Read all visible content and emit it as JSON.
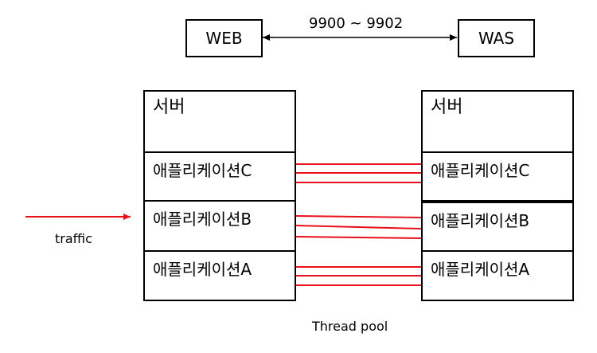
{
  "top": {
    "web_label": "WEB",
    "was_label": "WAS",
    "port_label": "9900 ~ 9902"
  },
  "left_server": {
    "title": "서버",
    "apps": [
      "애플리케이션C",
      "애플리케이션B",
      "애플리케이션A"
    ]
  },
  "right_server": {
    "title": "서버",
    "apps": [
      "애플리케이션C",
      "애플리케이션B",
      "애플리케이션A"
    ]
  },
  "traffic_label": "traffic",
  "thread_pool_label": "Thread pool",
  "colors": {
    "line": "#000000",
    "thread": "#e8101a"
  }
}
